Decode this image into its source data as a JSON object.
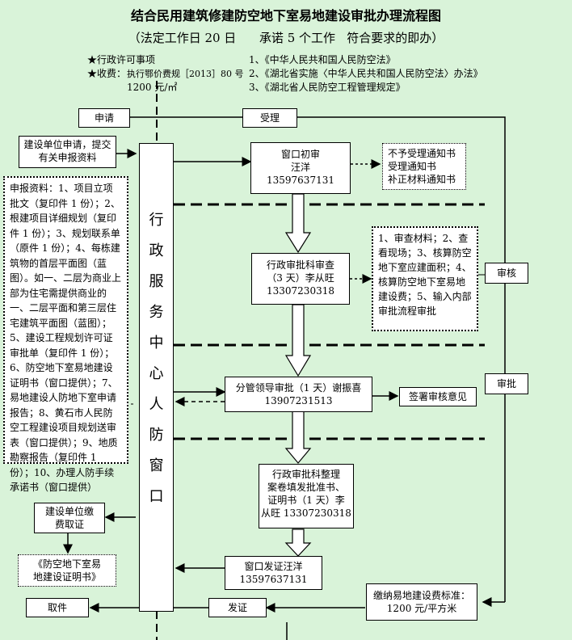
{
  "header": {
    "title": "结合民用建筑修建防空地下室易地建设审批办理流程图",
    "subtitle": "（法定工作日 20 日      承诺 5 个工作   符合要求的即办）"
  },
  "info": {
    "item_label": "★行政许可事项",
    "fee_label": "★收费：",
    "fee_basis": "执行鄂价费规［2013］80 号",
    "fee_amount": "1200 元/㎡",
    "laws": [
      "1、《中华人民共和国人民防空法》",
      "2、《湖北省实施〈中华人民共和国人民防空法〉办法》",
      "3、《湖北省人民防空工程管理规定》"
    ]
  },
  "flow": {
    "apply": "申请",
    "accept": "受理",
    "applicant": "建设单位申请，提交有关申报资料",
    "center": [
      "行",
      "政",
      "服",
      "务",
      "中",
      "心",
      "人",
      "防",
      "窗",
      "口"
    ],
    "window_review": [
      "窗口初审",
      "汪洋",
      "13597637131"
    ],
    "notices": [
      "不予受理通知书",
      "受理通知书",
      "补正材料通知书"
    ],
    "section_review": [
      "行政审批科审查",
      "（3 天）李从旺",
      "13307230318"
    ],
    "review_tasks": "1、审查材料；2、查看现场；3、核算防空地下室应建面积；4、核算防空地下室易地建设费；5、输入内部审批流程审批",
    "audit": "审核",
    "approve": "审批",
    "leader": [
      "分管领导审批（1 天）谢振喜",
      "13907231513"
    ],
    "sign": "签署审核意见",
    "issue_prep": [
      "行政审批科整理",
      "案卷填发批准书、",
      "证明书（1 天）李",
      "从旺 13307230318"
    ],
    "window_issue": [
      "窗口发证汪洋",
      "13597637131"
    ],
    "fee_standard": [
      "缴纳易地建设费标准：",
      "1200 元/平方米"
    ],
    "pay": [
      "建设单位缴",
      "费取证"
    ],
    "certificate": [
      "《防空地下室易",
      "地建设证明书》"
    ],
    "pickup": "取件",
    "issue": "发证",
    "materials": "申报资料：1、项目立项批文（复印件 1 份）；2、根建项目详细规划（复印件 1 份）；3、规划联系单（原件 1 份）；4、每栋建筑物的首层平面图（蓝图）。如一、二层为商业上部为住宅需提供商业的一、二层平面和第三层住宅建筑平面图（蓝图）；5、建设工程规划许可证审批单（复印件 1 份）；6、防空地下室易地建设证明书（窗口提供）；7、易地建设人防地下室申请报告；8、黄石市人民防空工程建设项目规划送审表（窗口提供）；9、地质勘察报告（复印件 1 份）；10、办理人防手续承诺书（窗口提供）"
  },
  "colors": {
    "background": "#d9f3d9",
    "box": "#ffffff",
    "line": "#000000"
  }
}
